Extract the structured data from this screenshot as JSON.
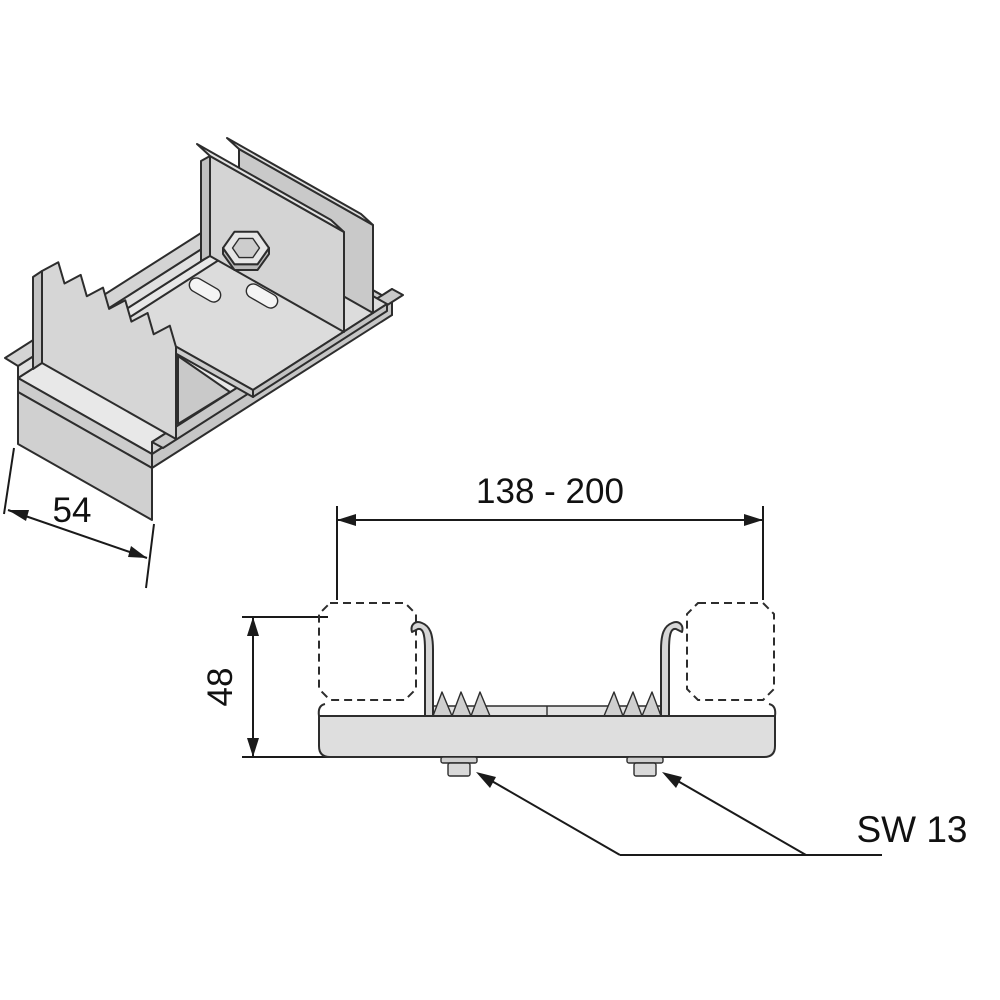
{
  "diagram": {
    "labels": {
      "width_range": "138 - 200",
      "height": "48",
      "depth": "54",
      "wrench_size": "SW 13"
    },
    "colors": {
      "background": "#ffffff",
      "line": "#2d2d2d",
      "dimension_line": "#1a1a1a",
      "metal_light": "#e8e8e8",
      "metal_mid": "#d6d6d6",
      "metal_dark": "#c4c4c4"
    }
  }
}
